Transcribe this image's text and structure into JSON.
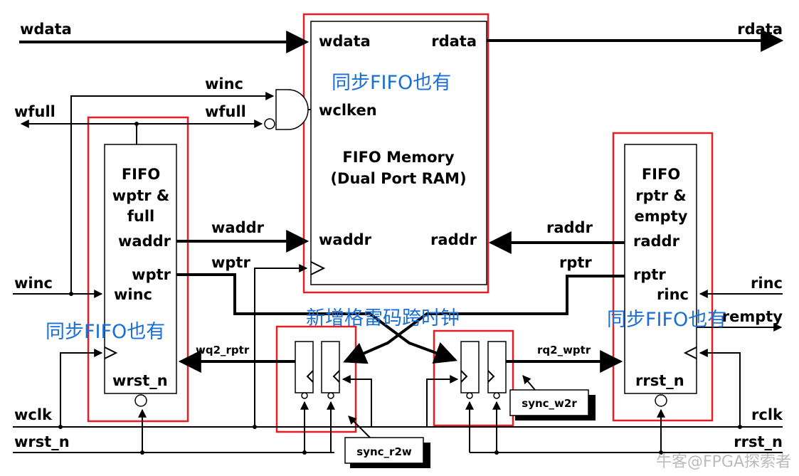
{
  "memory": {
    "wdata": "wdata",
    "rdata": "rdata",
    "wclken": "wclken",
    "title1": "FIFO Memory",
    "title2": "(Dual Port RAM)",
    "waddr": "waddr",
    "raddr": "raddr"
  },
  "write_block": {
    "line1": "FIFO",
    "line2": "wptr &",
    "line3": "full",
    "waddr": "waddr",
    "wptr": "wptr",
    "winc": "winc",
    "wrst_n": "wrst_n"
  },
  "read_block": {
    "line1": "FIFO",
    "line2": "rptr &",
    "line3": "empty",
    "raddr": "raddr",
    "rptr": "rptr",
    "rinc": "rinc",
    "rrst_n": "rrst_n"
  },
  "signals": {
    "wdata": "wdata",
    "rdata": "rdata",
    "winc_top": "winc",
    "wfull_left": "wfull",
    "wfull_gate": "wfull",
    "waddr_bus": "waddr",
    "raddr_bus": "raddr",
    "wptr_bus": "wptr",
    "rptr_bus": "rptr",
    "winc_left": "winc",
    "rinc_right": "rinc",
    "rempty": "rempty",
    "wq2_rptr": "wq2_rptr",
    "rq2_wptr": "rq2_wptr",
    "wclk": "wclk",
    "wrst_n": "wrst_n",
    "rclk": "rclk",
    "rrst_n": "rrst_n"
  },
  "sync_labels": {
    "r2w": "sync_r2w",
    "w2r": "sync_w2r"
  },
  "annotations": {
    "memory_note": "同步FIFO也有",
    "write_note": "同步FIFO也有",
    "read_note": "同步FIFO也有",
    "sync_note": "新增格雷码跨时钟"
  },
  "watermark": "牛客@FPGA探索者",
  "colors": {
    "highlight": "#e41e26",
    "annotation": "#1a6fd6"
  }
}
